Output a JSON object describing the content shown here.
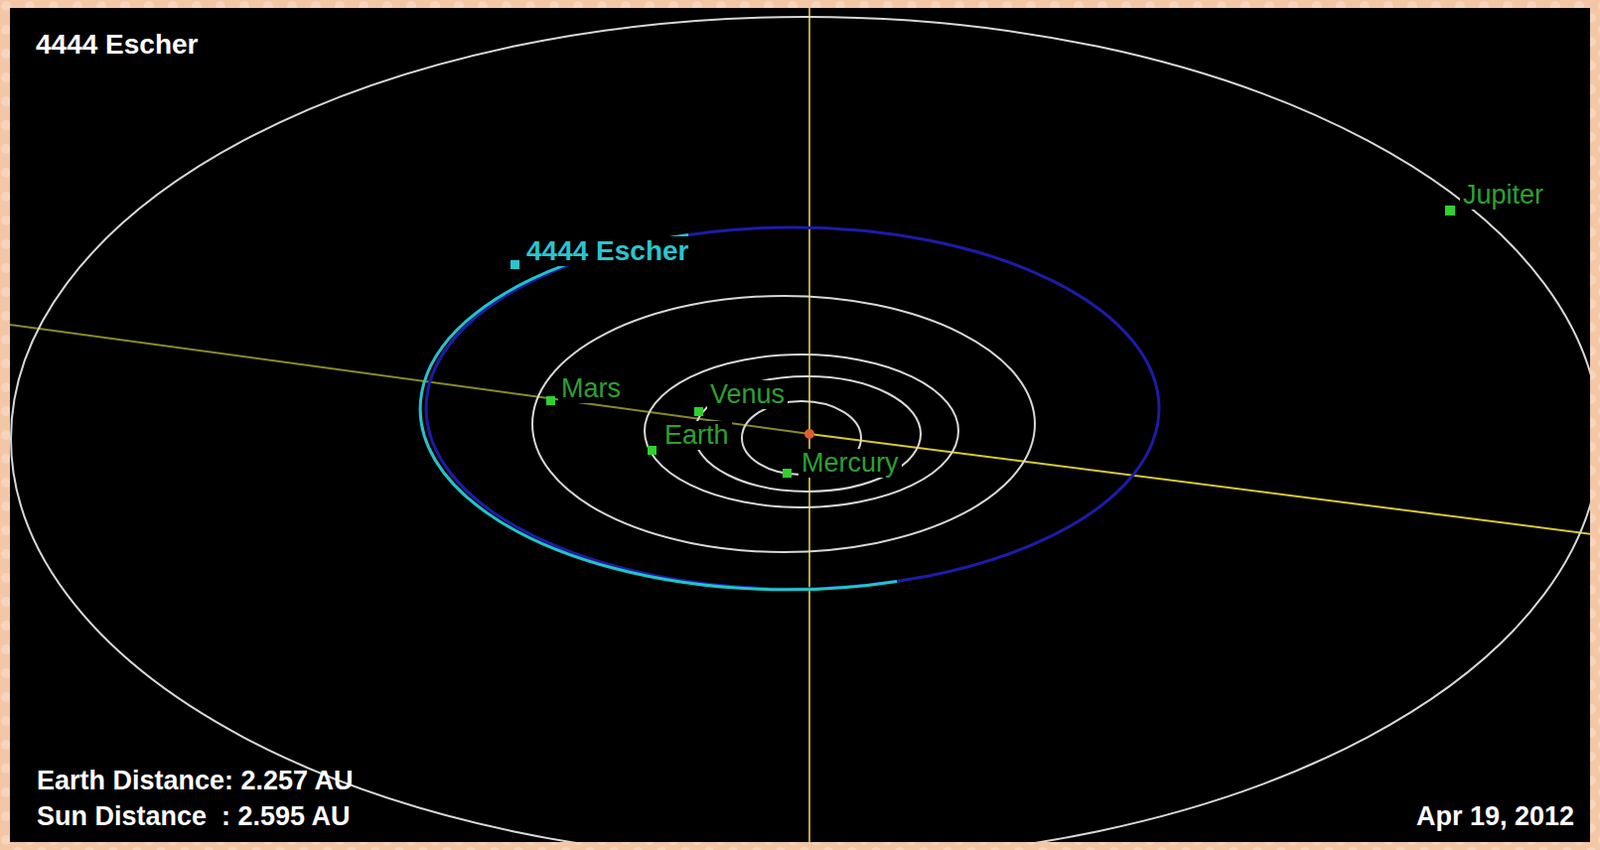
{
  "diagram": {
    "title": "4444 Escher",
    "labels": [
      "4444 Escher",
      "Jupiter",
      "Mars",
      "Venus",
      "Earth",
      "Mercury",
      "Earth Distance: 2.257 AU",
      "Sun Distance  : 2.595 AU",
      "Apr 19, 2012"
    ]
  }
}
